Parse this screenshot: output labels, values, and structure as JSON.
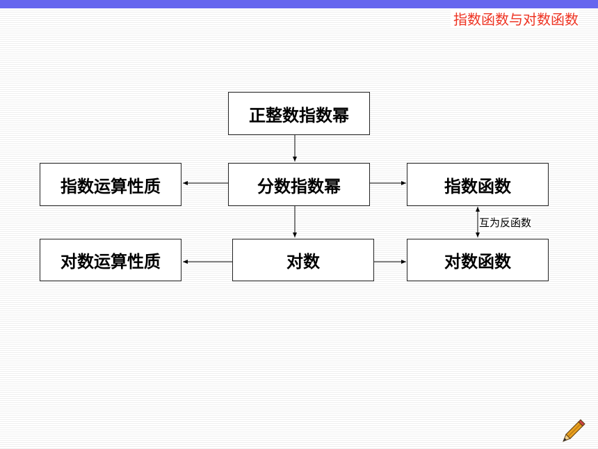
{
  "header": {
    "title": "指数函数与对数函数"
  },
  "nodes": {
    "positive_integer_power": "正整数指数幂",
    "fractional_power": "分数指数幂",
    "exponent_properties": "指数运算性质",
    "exponential_function": "指数函数",
    "logarithm": "对数",
    "log_properties": "对数运算性质",
    "log_function": "对数函数"
  },
  "edges": {
    "inverse_label": "互为反函数"
  },
  "colors": {
    "top_bar": "#6666ee",
    "title": "#ee3322"
  },
  "icons": {
    "corner": "pencil-icon"
  }
}
